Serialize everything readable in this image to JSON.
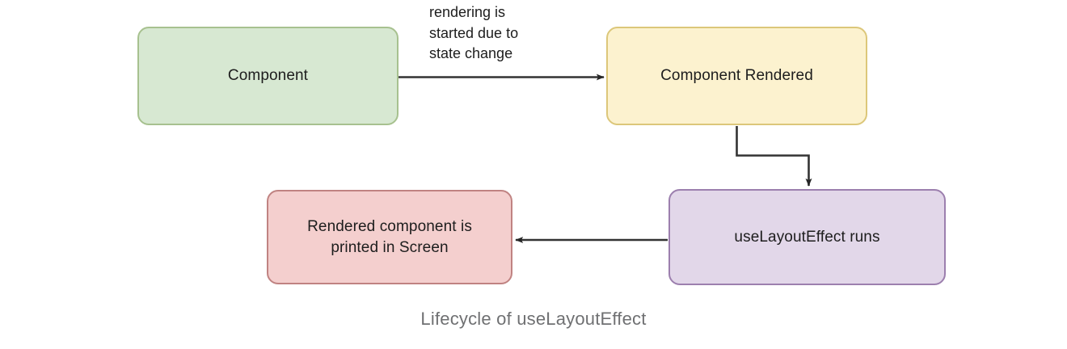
{
  "diagram": {
    "title": "Lifecycle of useLayoutEffect",
    "background_color": "#ffffff",
    "nodes": [
      {
        "id": "component",
        "label": "Component",
        "fill": "#d7e8d2",
        "stroke": "#a7c18f"
      },
      {
        "id": "component_rendered",
        "label": "Component Rendered",
        "fill": "#fcf2cf",
        "stroke": "#dcc77a"
      },
      {
        "id": "uselayouteffect_runs",
        "label": "useLayoutEffect runs",
        "fill": "#e2d7e9",
        "stroke": "#9c7fae"
      },
      {
        "id": "rendered_screen",
        "label": "Rendered component is\nprinted in Screen",
        "fill": "#f4cfce",
        "stroke": "#c08382"
      }
    ],
    "edges": [
      {
        "id": "component-to-rendered",
        "from": "component",
        "to": "component_rendered",
        "label": "rendering is\nstarted due to\nstate change",
        "color": "#333333"
      },
      {
        "id": "rendered-to-uselayouteffect",
        "from": "component_rendered",
        "to": "uselayouteffect_runs",
        "label": "",
        "color": "#333333"
      },
      {
        "id": "uselayouteffect-to-screen",
        "from": "uselayouteffect_runs",
        "to": "rendered_screen",
        "label": "",
        "color": "#333333"
      }
    ]
  }
}
